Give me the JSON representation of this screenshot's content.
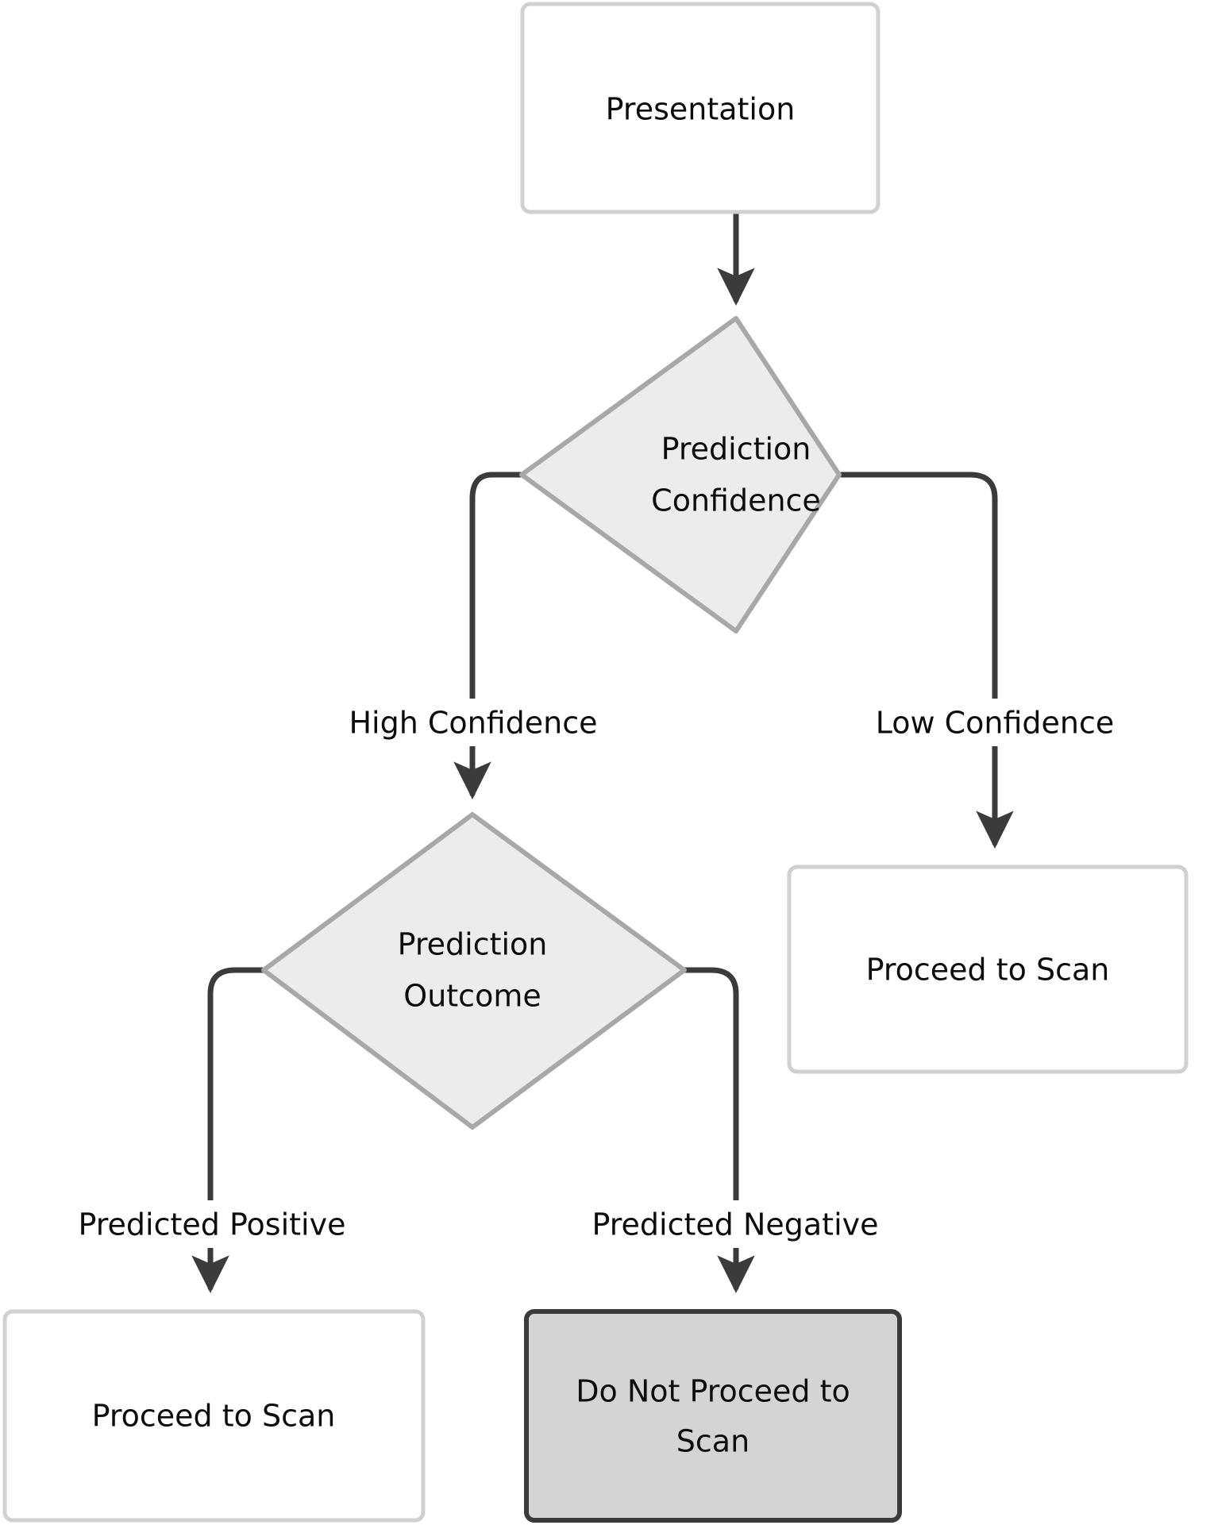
{
  "diagram": {
    "type": "flowchart",
    "title": "Prediction-guided scan decision flowchart",
    "colors": {
      "process_fill": "#ffffff",
      "process_stroke": "#d0d0d0",
      "decision_fill": "#ececec",
      "decision_stroke": "#a8a8a8",
      "terminal_fill": "#d4d4d4",
      "terminal_stroke": "#3a3a3a",
      "connector": "#3b3b3b",
      "text": "#0d0d0d",
      "background": "#ffffff"
    },
    "nodes": [
      {
        "id": "presentation",
        "shape": "rectangle",
        "label": "Presentation",
        "lines": [
          "Presentation"
        ]
      },
      {
        "id": "prediction-confidence",
        "shape": "diamond",
        "label": "Prediction Confidence",
        "lines": [
          "Prediction",
          "Confidence"
        ]
      },
      {
        "id": "prediction-outcome",
        "shape": "diamond",
        "label": "Prediction Outcome",
        "lines": [
          "Prediction",
          "Outcome"
        ]
      },
      {
        "id": "proceed-to-scan-low-confidence",
        "shape": "rectangle",
        "label": "Proceed to Scan",
        "lines": [
          "Proceed to Scan"
        ]
      },
      {
        "id": "proceed-to-scan-positive",
        "shape": "rectangle",
        "label": "Proceed to Scan",
        "lines": [
          "Proceed to Scan"
        ]
      },
      {
        "id": "do-not-proceed-to-scan",
        "shape": "rectangle-emphasis",
        "label": "Do Not Proceed to Scan",
        "lines": [
          "Do Not Proceed to",
          "Scan"
        ]
      }
    ],
    "edges": [
      {
        "id": "e1",
        "from": "presentation",
        "to": "prediction-confidence",
        "label": ""
      },
      {
        "id": "e2",
        "from": "prediction-confidence",
        "to": "prediction-outcome",
        "label": "High Confidence"
      },
      {
        "id": "e3",
        "from": "prediction-confidence",
        "to": "proceed-to-scan-low-confidence",
        "label": "Low Confidence"
      },
      {
        "id": "e4",
        "from": "prediction-outcome",
        "to": "proceed-to-scan-positive",
        "label": "Predicted Positive"
      },
      {
        "id": "e5",
        "from": "prediction-outcome",
        "to": "do-not-proceed-to-scan",
        "label": "Predicted Negative"
      }
    ]
  }
}
